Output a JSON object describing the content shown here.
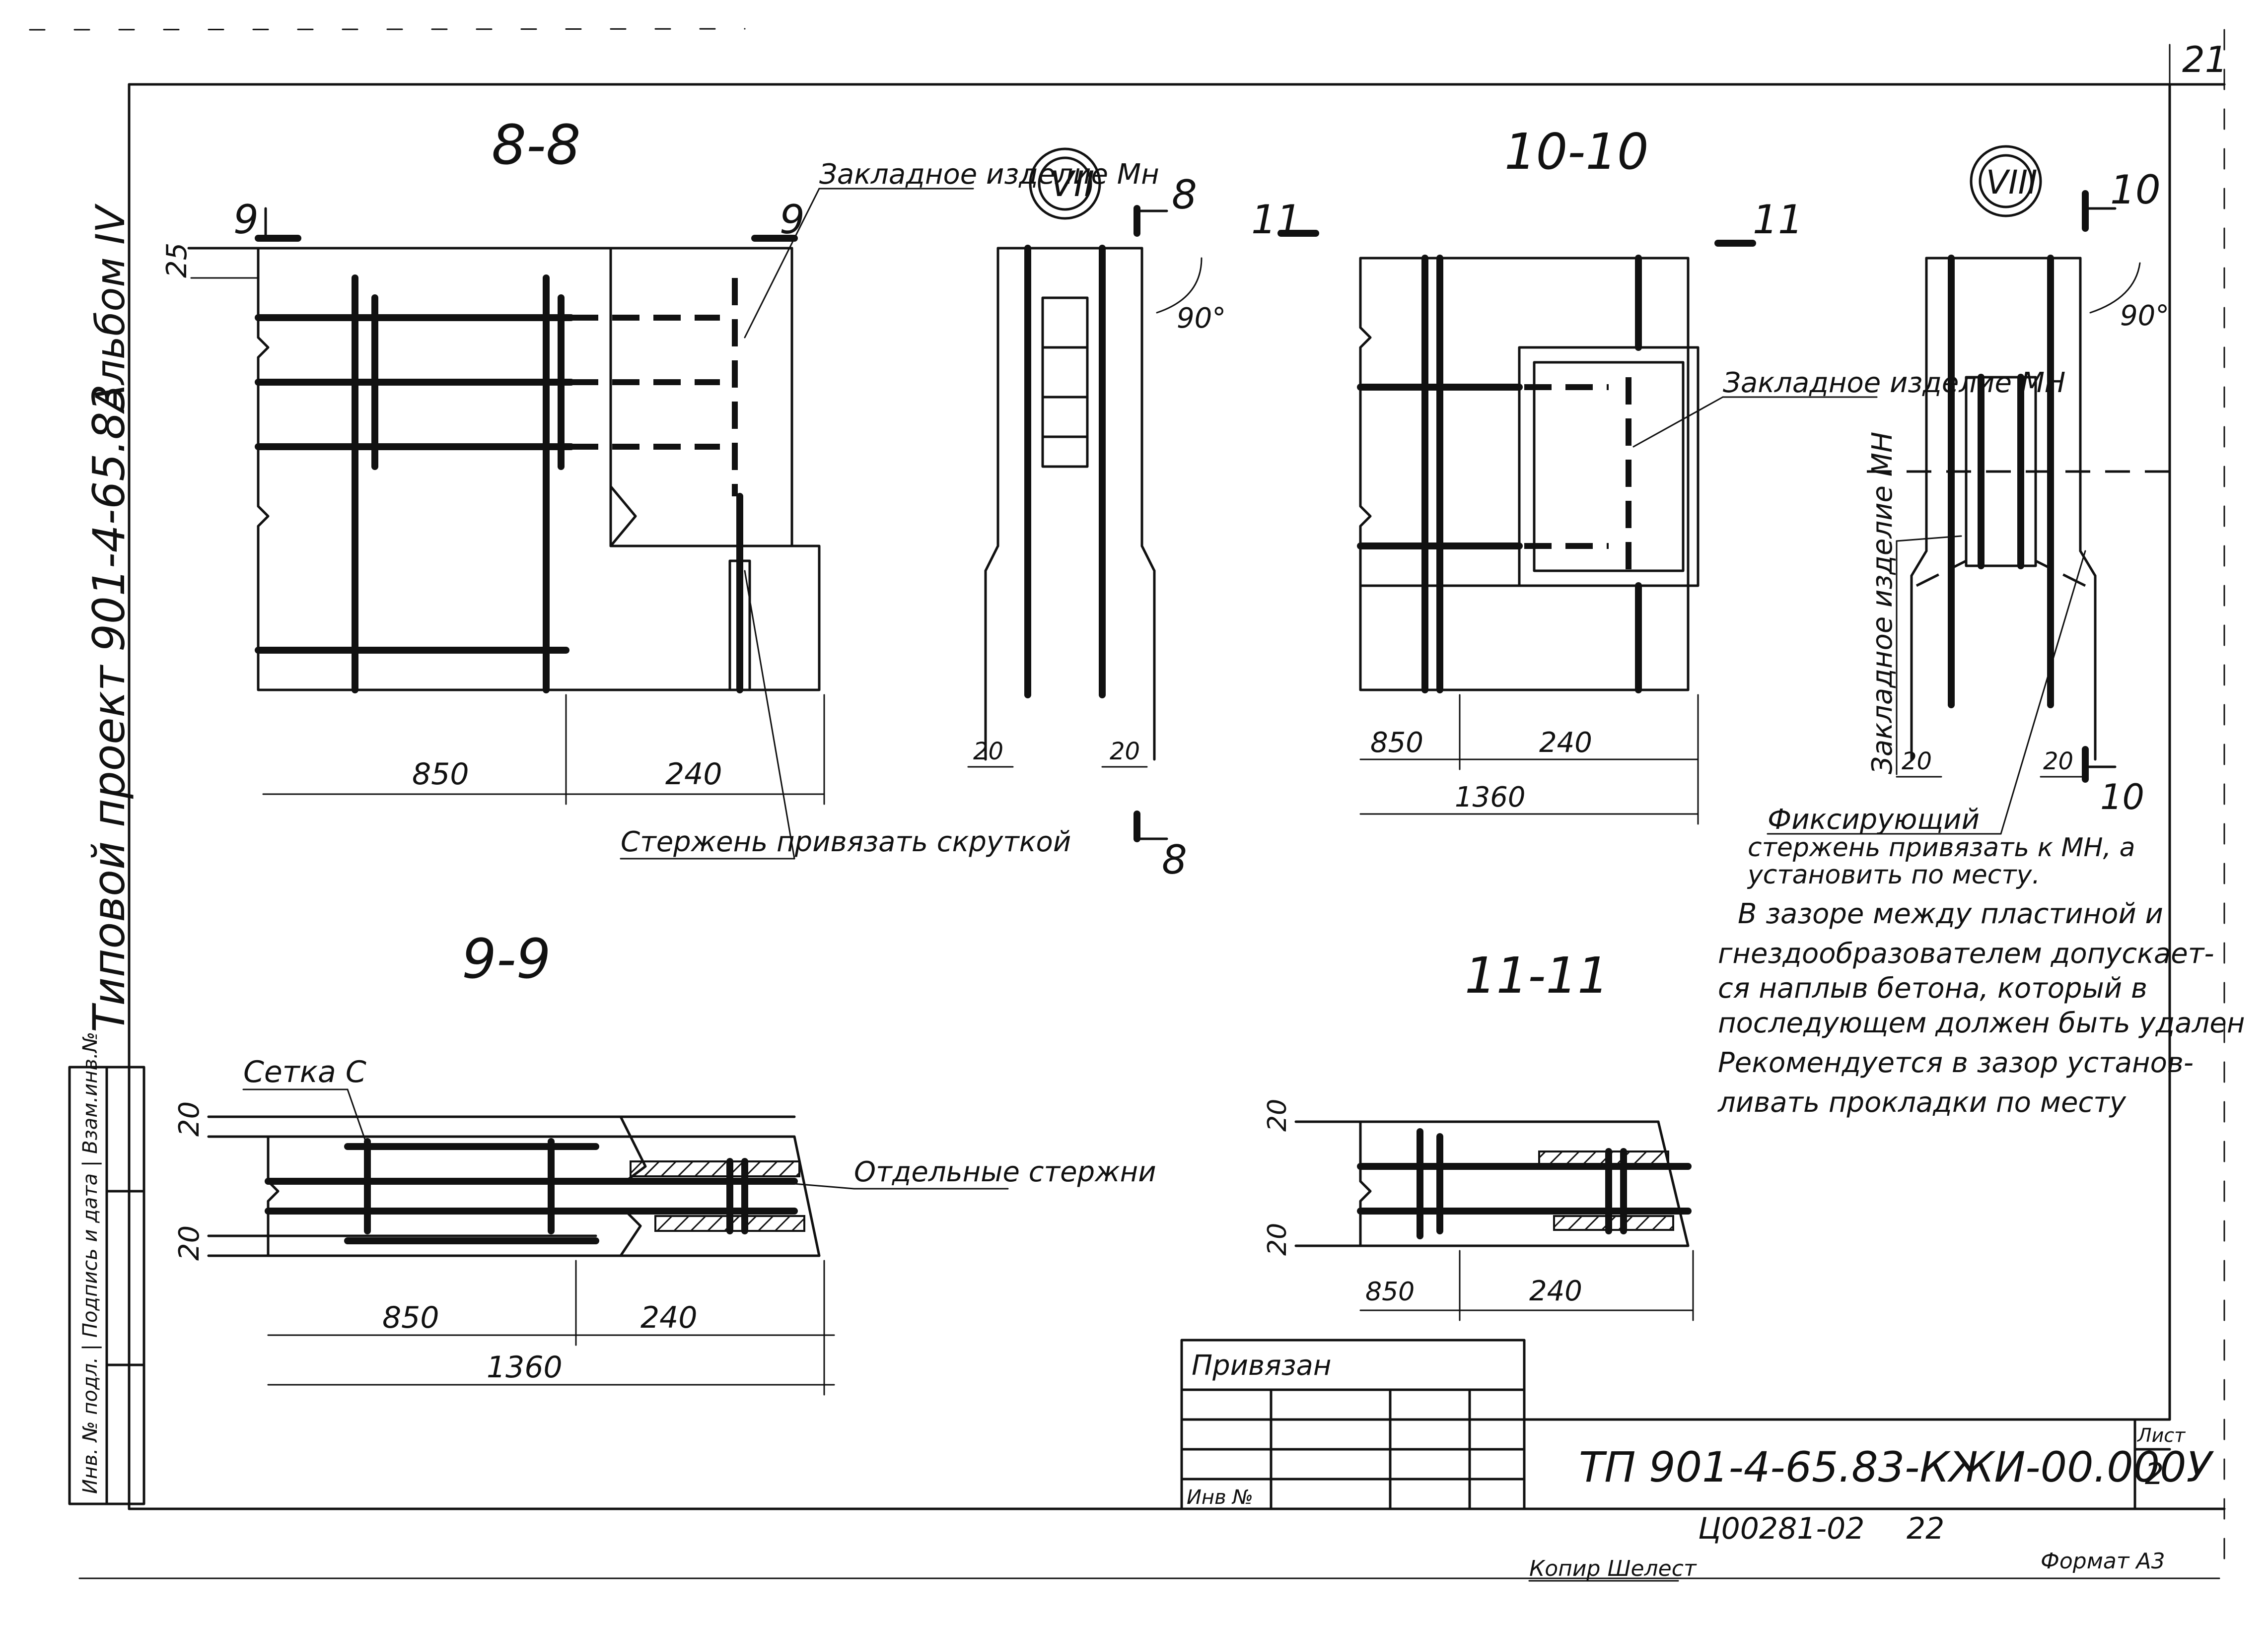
{
  "sheet": {
    "page_number": "21",
    "album_label": "Альбом IV",
    "project_label": "Типовой проект 901-4-65.83",
    "side_stamp": "Инв. № подл. | Подпись и дата | Взам.инв.№"
  },
  "sections": {
    "s8_8": {
      "title": "8-8",
      "cut_left": "9",
      "cut_right": "9",
      "dim_top": "25",
      "dim_a": "850",
      "dim_b": "240",
      "callout_embed": "Закладное изделие Мн",
      "callout_rod": "Стержень привязать скруткой"
    },
    "nodeVII": {
      "title": "VII",
      "cut_top": "8",
      "cut_bottom": "8",
      "angle": "90°",
      "dim_left": "20",
      "dim_right": "20"
    },
    "s10_10": {
      "title": "10-10",
      "cut_left": "11",
      "cut_right": "11",
      "dim_a": "850",
      "dim_b": "240",
      "dim_total": "1360",
      "callout_embed": "Закладное изделие МН"
    },
    "nodeVIII": {
      "title": "VIII",
      "cut_top": "10",
      "cut_bottom": "10",
      "angle": "90°",
      "dim_left": "20",
      "dim_right": "20",
      "vertical_label": "Закладное изделие МН",
      "callout_title": "Фиксирующий",
      "callout_line1": "стержень привязать к МН, а",
      "callout_line2": "установить по месту."
    },
    "s9_9": {
      "title": "9-9",
      "callout_mesh": "Сетка С",
      "callout_rods": "Отдельные стержни",
      "dim_top": "20",
      "dim_bot": "20",
      "dim_a": "850",
      "dim_b": "240",
      "dim_total": "1360"
    },
    "s11_11": {
      "title": "11-11",
      "dim_top": "20",
      "dim_bot": "20",
      "dim_a": "850",
      "dim_b": "240"
    }
  },
  "note": {
    "lines": [
      "В зазоре между пластиной и",
      "гнездообразователем допускает-",
      "ся наплыв бетона, который в",
      "последующем должен быть удален",
      "Рекомендуется в зазор установ-",
      "ливать прокладки по месту"
    ]
  },
  "title_block": {
    "tied_label": "Привязан",
    "inv_label": "Инв №",
    "designation": "ТП 901-4-65.83-КЖИ-00.000У",
    "sheet_label": "Лист",
    "sheet_number": "2"
  },
  "footer": {
    "order_code": "Ц00281-02",
    "order_page": "22",
    "copied_by": "Копир Шелест",
    "format": "Формат А3"
  }
}
